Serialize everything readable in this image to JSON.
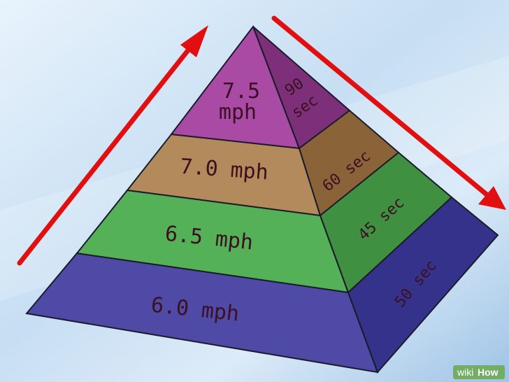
{
  "diagram": {
    "tiers": [
      {
        "speed": "7.5 mph",
        "speed_line1": "7.5",
        "speed_line2": "mph",
        "duration": "90 sec",
        "duration_line1": "90",
        "duration_line2": "sec",
        "front_color": "#a94aa4",
        "side_color": "#7d2f79"
      },
      {
        "speed": "7.0 mph",
        "duration": "60 sec",
        "front_color": "#b38a5c",
        "side_color": "#8a6438"
      },
      {
        "speed": "6.5 mph",
        "duration": "45 sec",
        "front_color": "#55b157",
        "side_color": "#3f9141"
      },
      {
        "speed": "6.0 mph",
        "duration": "50 sec",
        "front_color": "#4f4aa6",
        "side_color": "#34328a"
      }
    ],
    "arrows": [
      {
        "direction": "up-left-edge",
        "color": "#e10f0f"
      },
      {
        "direction": "down-right-edge",
        "color": "#e10f0f"
      }
    ]
  },
  "watermark": {
    "prefix": "wiki",
    "suffix": "How"
  }
}
